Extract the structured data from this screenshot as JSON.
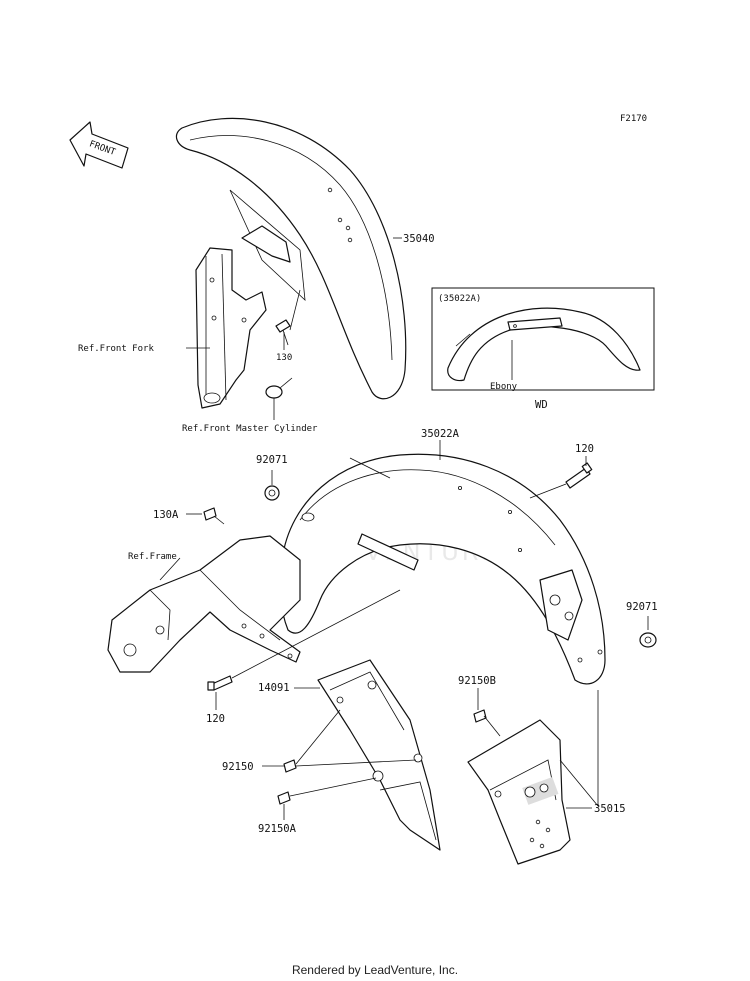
{
  "diagram_code": "F2170",
  "front_arrow_label": "FRONT",
  "watermark": "LEADVENTURE",
  "footer": "Rendered by LeadVenture, Inc.",
  "inset": {
    "part_ref": "(35022A)",
    "color_label": "Ebony",
    "variant": "WD"
  },
  "labels": {
    "front_fender": "35040",
    "bolt_130": "130",
    "ref_front_fork": "Ref.Front Fork",
    "ref_front_master_cylinder": "Ref.Front Master Cylinder",
    "rear_fender": "35022A",
    "grommet_top": "92071",
    "bolt_120_top": "120",
    "bolt_130a": "130A",
    "ref_frame": "Ref.Frame",
    "grommet_right": "92071",
    "bolt_120_bottom": "120",
    "flap_14091": "14091",
    "bolt_92150b": "92150B",
    "bolt_92150": "92150",
    "bolt_92150a": "92150A",
    "bracket_35015": "35015"
  }
}
